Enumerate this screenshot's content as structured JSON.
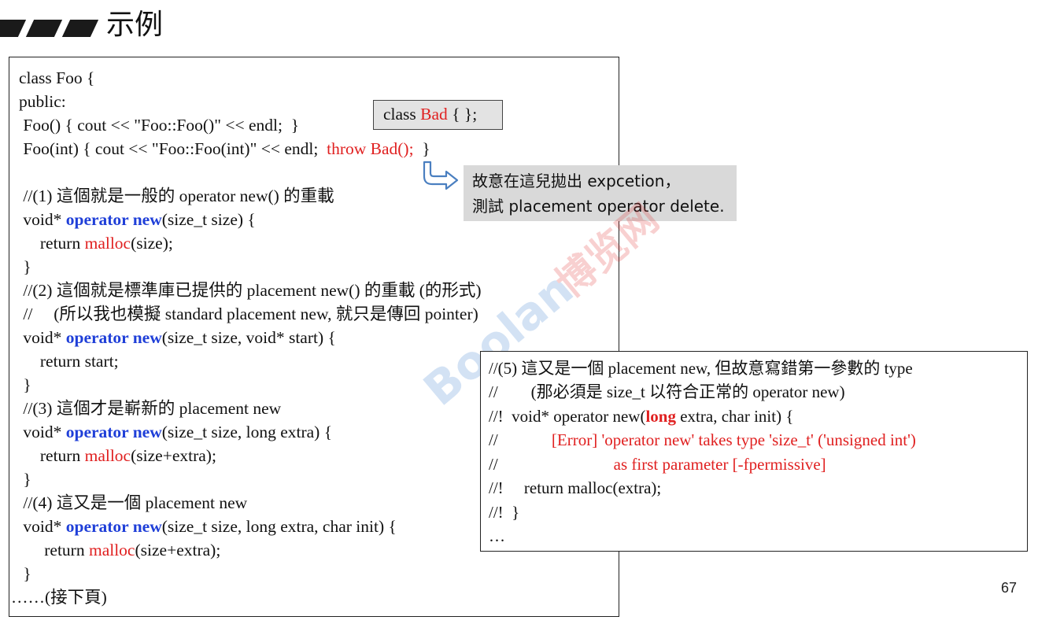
{
  "title": "示例",
  "class_bad": {
    "prefix": "class ",
    "name": "Bad",
    "suffix": " { };"
  },
  "callout": {
    "line1": "故意在這兒拋出 expcetion，",
    "line2": "測試 placement operator delete."
  },
  "code": {
    "l1": "class Foo {",
    "l2": "public:",
    "l3": " Foo() { cout << \"Foo::Foo()\" << endl;  }",
    "l4a": " Foo(int) { cout << \"Foo::Foo(int)\" << endl;  ",
    "l4b": "throw Bad();",
    "l4c": "  }",
    "l5": " //(1) 這個就是一般的 operator new() 的重載",
    "l6a": " void* ",
    "kw_operator": "operator new",
    "l6b": "(size_t size) {",
    "l7a": "     return ",
    "l7b": "malloc",
    "l7c": "(size);",
    "l8": " }",
    "l9": " //(2) 這個就是標準庫已提供的 placement new() 的重載 (的形式)",
    "l10": " //     (所以我也模擬 standard placement new, 就只是傳回 pointer)",
    "l11b": "(size_t size, void* start) {",
    "l12": "     return start;",
    "l13": " }",
    "l14": " //(3) 這個才是嶄新的 placement new",
    "l15b": "(size_t size, long extra) {",
    "l16c": "(size+extra);",
    "l17": " }",
    "l18": " //(4) 這又是一個 placement new",
    "l19b": "(size_t size, long extra, char init) {",
    "l20a": "      return ",
    "l21": " }",
    "l22": "……(接下頁)"
  },
  "box5": {
    "l1": "//(5) 這又是一個 placement new, 但故意寫錯第一參數的 type",
    "l2": "//        (那必須是 size_t 以符合正常的 operator new)",
    "l3a": "//!  void* operator new(",
    "l3b": "long",
    "l3c": " extra, char init) {",
    "l4a": "//",
    "l4b": "             [Error] 'operator new' takes type 'size_t' ('unsigned int')",
    "l5a": "//",
    "l5b": "                            as first parameter [-fpermissive]",
    "l6": "//!     return malloc(extra);",
    "l7": "//!  }",
    "l8": "…"
  },
  "page_number": "67",
  "watermark": "Boolan 博览网",
  "colors": {
    "keyword": "#1f3fd8",
    "highlight": "#e02020",
    "callout_bg": "#d9d9d9"
  }
}
